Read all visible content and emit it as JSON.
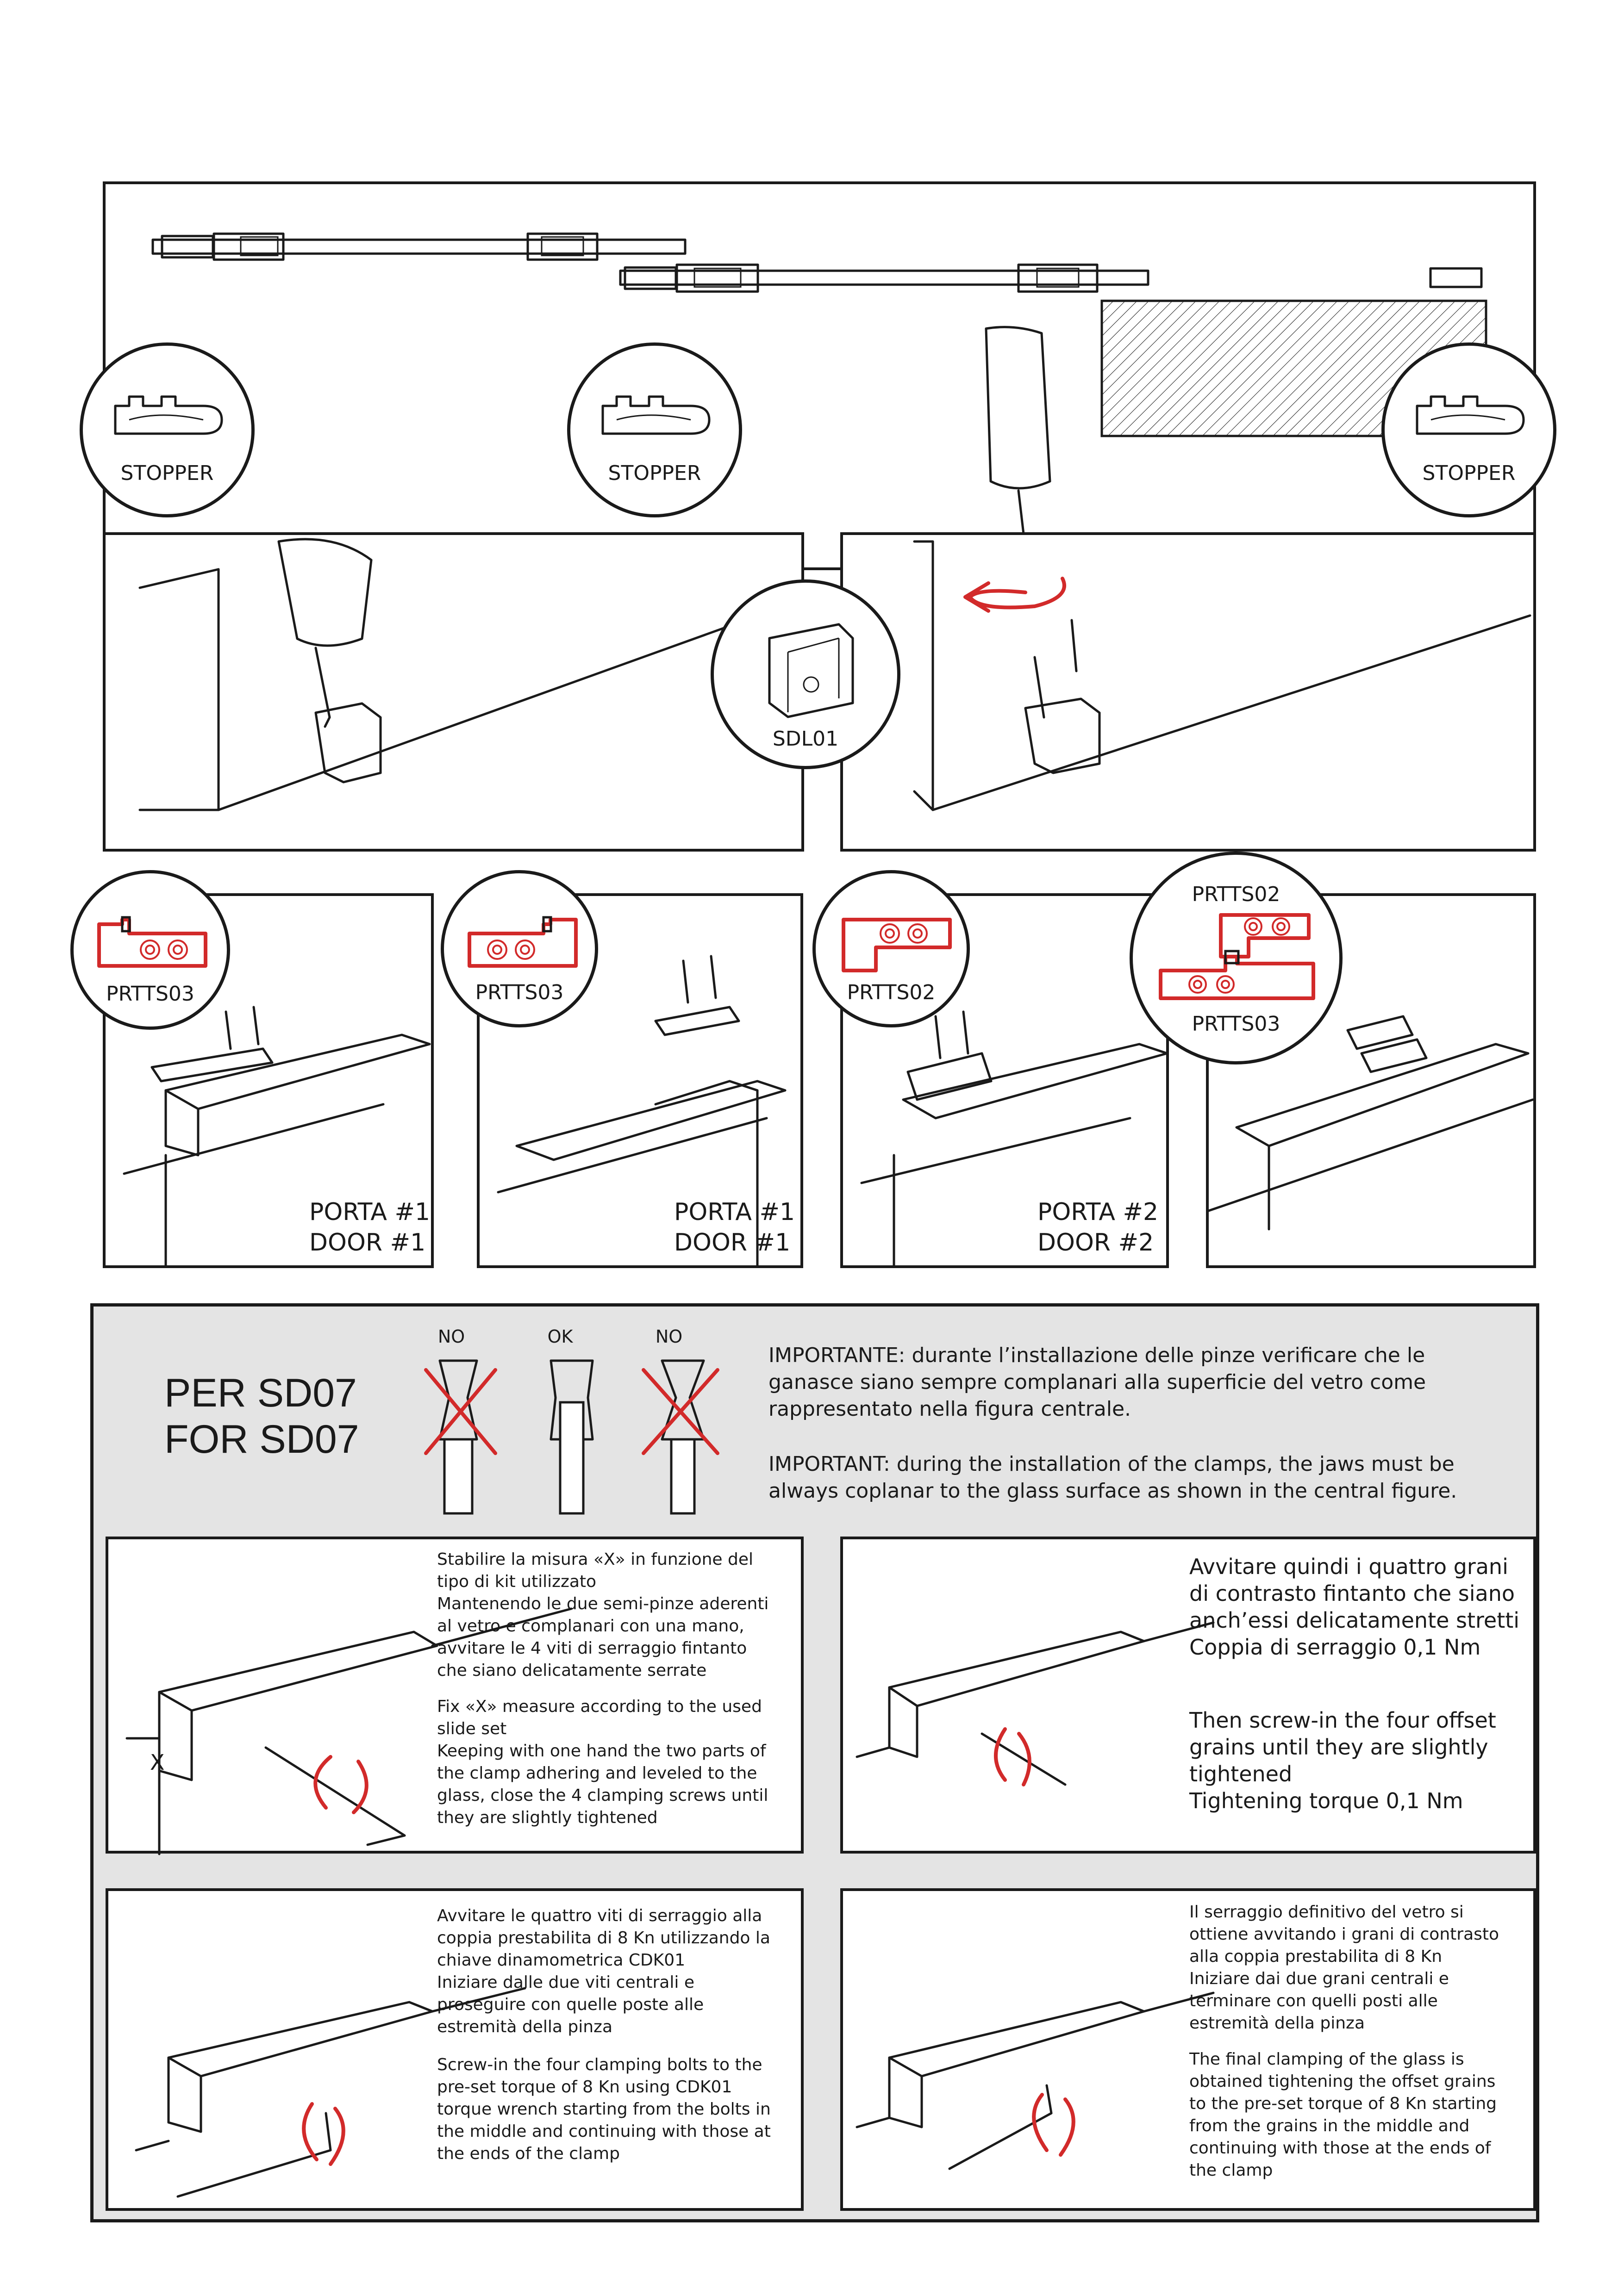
{
  "colors": {
    "line": "#1a1a1a",
    "accent": "#d22a2a",
    "background_panel": "#e4e4e4"
  },
  "top": {
    "circles": [
      {
        "label": "STOPPER"
      },
      {
        "label": "STOPPER"
      },
      {
        "label": "STOPPER"
      }
    ]
  },
  "row2": {
    "circle_label": "SDL01"
  },
  "row3": {
    "panels": [
      {
        "part": "PRTTS03",
        "porta": "PORTA #1",
        "door": "DOOR  #1"
      },
      {
        "part": "PRTTS03",
        "porta": "PORTA #1",
        "door": "DOOR  #1"
      },
      {
        "part": "PRTTS02",
        "porta": "PORTA #2",
        "door": "DOOR  #2"
      },
      {
        "part_top": "PRTTS02",
        "part_bottom": "PRTTS03"
      }
    ]
  },
  "sd07": {
    "title_it": "PER SD07",
    "title_en": "FOR SD07",
    "check_labels": [
      "NO",
      "OK",
      "NO"
    ],
    "important_it": "IMPORTANTE: durante l’installazione delle pinze verificare che le\nganasce siano sempre complanari alla superficie del vetro come\nrappresentato nella figura centrale.",
    "important_en": "IMPORTANT: during the installation of the clamps, the jaws must be\nalways coplanar to the glass surface as shown in the central figure.",
    "steps": [
      {
        "text_it": "Stabilire la misura «X» in funzione del\ntipo di kit utilizzato\nMantenendo le due semi-pinze aderenti\nal vetro e complanari con una mano,\navvitare le 4 viti di serraggio fintanto\nche siano delicatamente serrate",
        "text_en": "Fix «X» measure according to the used\nslide set\nKeeping with one hand the two parts of\nthe clamp adhering and leveled to the\nglass, close the 4 clamping screws until\nthey are slightly tightened",
        "x_label": "X"
      },
      {
        "text_it": "Avvitare quindi i quattro grani\ndi contrasto fintanto che siano\nanch’essi delicatamente stretti\nCoppia di serraggio 0,1 Nm",
        "text_en": "Then screw-in the four offset\ngrains until they are slightly\ntightened\nTightening torque 0,1 Nm"
      },
      {
        "text_it": "Avvitare le quattro viti di serraggio alla\ncoppia prestabilita di 8 Kn utilizzando la\nchiave dinamometrica CDK01\nIniziare dalle due viti centrali e\nproseguire con quelle poste alle\nestremità della pinza",
        "text_en": "Screw-in the four clamping bolts to the\npre-set torque of 8 Kn using CDK01\ntorque wrench starting from the bolts in\nthe middle and continuing with those at\nthe ends of the clamp"
      },
      {
        "text_it": "Il serraggio definitivo del vetro si\nottiene avvitando i grani di contrasto\nalla coppia prestabilita di 8 Kn\nIniziare dai due grani centrali e\nterminare con quelli posti alle\nestremità della pinza",
        "text_en": "The final clamping of the glass is\nobtained  tightening the offset grains\nto the pre-set torque of 8 Kn starting\nfrom the grains in the middle and\ncontinuing with those at the ends of\nthe clamp"
      }
    ]
  }
}
